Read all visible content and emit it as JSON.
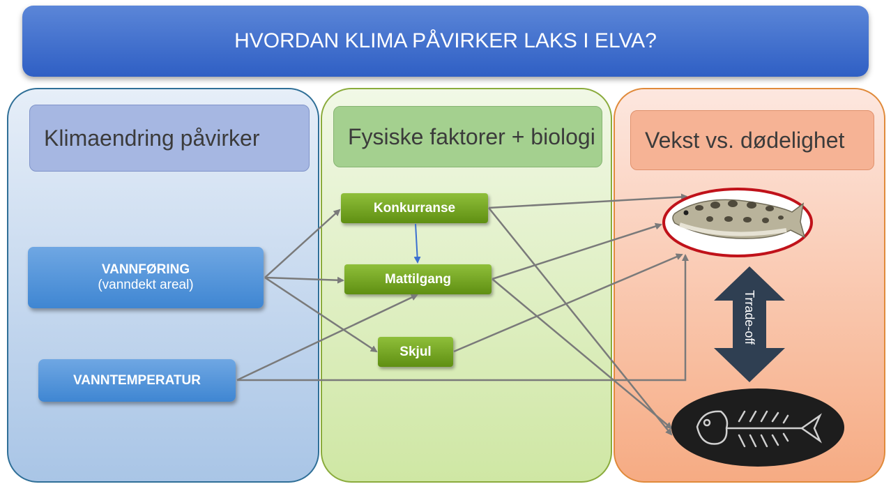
{
  "title": "HVORDAN KLIMA PÅVIRKER LAKS I ELVA?",
  "columns": {
    "climate": {
      "header": "Klimaendring påvirker"
    },
    "factors": {
      "header": "Fysiske faktorer + biologi"
    },
    "outcome": {
      "header": "Vekst vs. dødelighet"
    }
  },
  "drivers": {
    "discharge": {
      "label": "VANNFØRING",
      "sublabel": "(vanndekt areal)"
    },
    "temperature": {
      "label": "VANNTEMPERATUR"
    }
  },
  "factors": {
    "competition": "Konkurranse",
    "food": "Mattilgang",
    "shelter": "Skjul"
  },
  "outcome": {
    "tradeoff_label": "Trrade-off",
    "growth_icon": "salmon-fish-icon",
    "mortality_icon": "fish-skeleton-icon"
  },
  "colors": {
    "title_bar": "#2f5fc4",
    "arrow": "#7a7a7a",
    "internal_arrow": "#3a6fd0",
    "growth_ring": "#c0121a",
    "tradeoff_arrow": "#2f3f52"
  }
}
